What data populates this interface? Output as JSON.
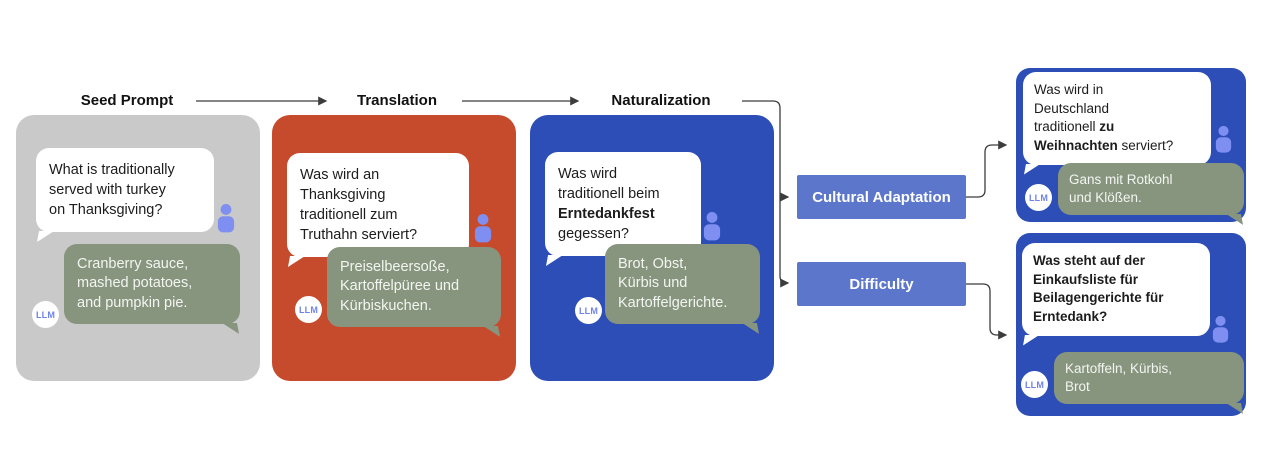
{
  "stages": [
    "Seed Prompt",
    "Translation",
    "Naturalization"
  ],
  "augmentations": [
    "Cultural Adaptation",
    "Difficulty"
  ],
  "llm_label": "LLM",
  "cards": {
    "seed": {
      "question": "What is traditionally\nserved with turkey\non Thanksgiving?",
      "answer": "Cranberry sauce,\nmashed potatoes,\nand pumpkin pie."
    },
    "translation": {
      "question": "Was wird an\nThanksgiving\ntraditionell zum\nTruthahn serviert?",
      "answer": "Preiselbeersoße,\nKartoffelpüree und\nKürbiskuchen."
    },
    "naturalization": {
      "question_pre": "Was wird\ntraditionell beim\n",
      "question_bold": "Erntedankfest",
      "question_post": "\ngegessen?",
      "answer": "Brot, Obst,\nKürbis und\nKartoffelgerichte."
    },
    "cultural_adaptation": {
      "question_pre": "Was wird in\nDeutschland\ntraditionell ",
      "question_bold": "zu\nWeihnachten",
      "question_post": " serviert?",
      "answer": "Gans mit Rotkohl\nund Klößen."
    },
    "difficulty": {
      "question": "Was steht auf der\nEinkaufsliste für\nBeilagengerichte für\nErntedank?",
      "answer": "Kartoffeln, Kürbis,\nBrot"
    }
  },
  "colors": {
    "seed_card": "#c9c9c9",
    "translation_card": "#c64b2d",
    "naturalization_card": "#2c4eb6",
    "result_card": "#2c4eb6",
    "augment_button": "#5b76ca",
    "llm_bubble": "#87957f",
    "user_icon": "#7e8ff1",
    "llm_badge_text": "#6f84e9",
    "connector": "#3c3c3c"
  }
}
